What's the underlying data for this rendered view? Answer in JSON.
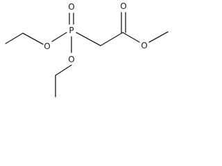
{
  "molecule": {
    "atoms": [
      {
        "id": "P1",
        "element": "P"
      },
      {
        "id": "O_dbl_P",
        "element": "O"
      },
      {
        "id": "O_ester1",
        "element": "O"
      },
      {
        "id": "O_ester2",
        "element": "O"
      },
      {
        "id": "O_carbonyl",
        "element": "O"
      },
      {
        "id": "O_methoxy",
        "element": "O"
      }
    ]
  }
}
